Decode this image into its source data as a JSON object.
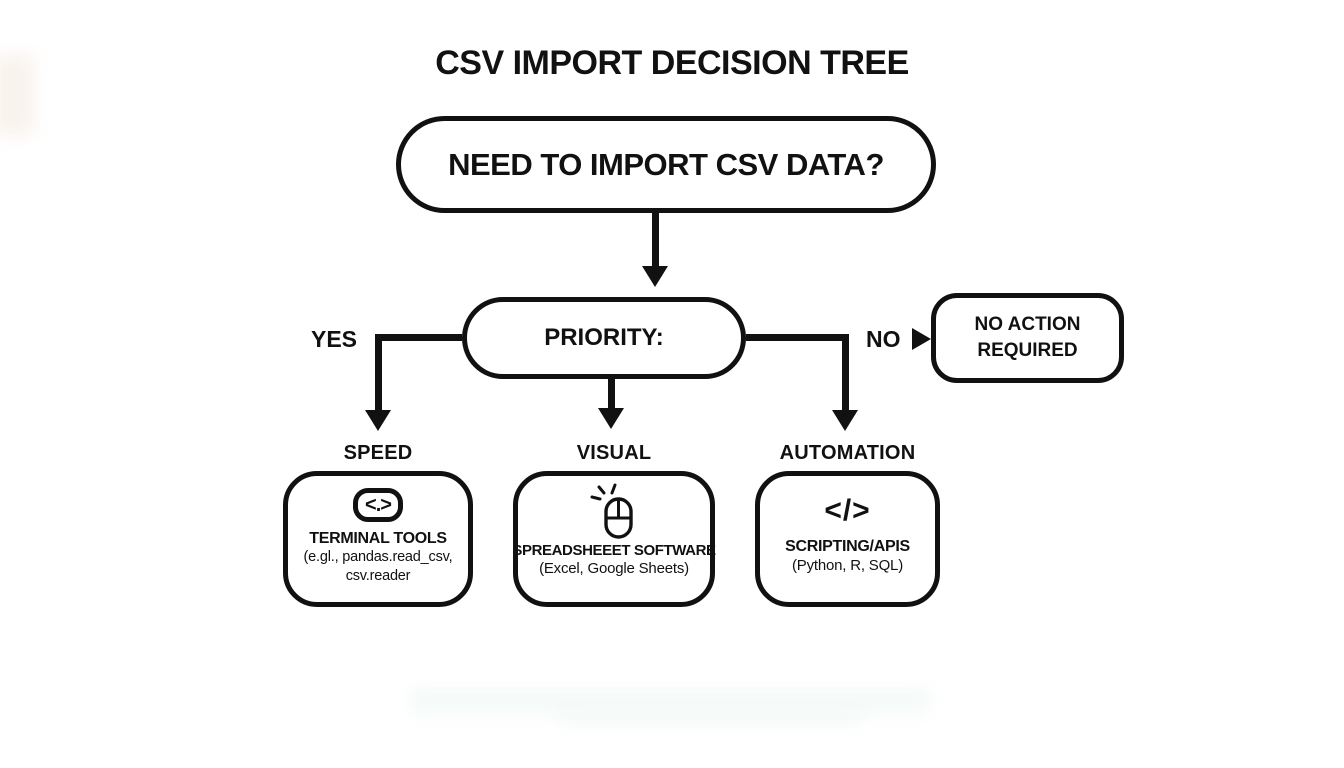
{
  "colors": {
    "ink": "#111111",
    "background": "#ffffff"
  },
  "title": "CSV IMPORT DECISION TREE",
  "nodes": {
    "root": "NEED TO IMPORT CSV DATA?",
    "decision": "PRIORITY:",
    "no_action_line1": "NO ACTION",
    "no_action_line2": "REQUIRED"
  },
  "edge_labels": {
    "yes": "YES",
    "no": "NO"
  },
  "branches": [
    {
      "label": "SPEED",
      "icon": "terminal-prompt-icon",
      "icon_glyph": "<.>",
      "name": "TERMINAL TOOLS",
      "detail_line1": "(e.gl., pandas.read_csv,",
      "detail_line2": "csv.reader"
    },
    {
      "label": "VISUAL",
      "icon": "mouse-click-icon",
      "name": "SPREADSHEEET SOFTWARE",
      "detail_line1": "(Excel, Google Sheets)"
    },
    {
      "label": "AUTOMATION",
      "icon": "code-icon",
      "icon_glyph": "</>",
      "name": "SCRIPTING/APIS",
      "detail_line1": "(Python, R, SQL)"
    }
  ]
}
